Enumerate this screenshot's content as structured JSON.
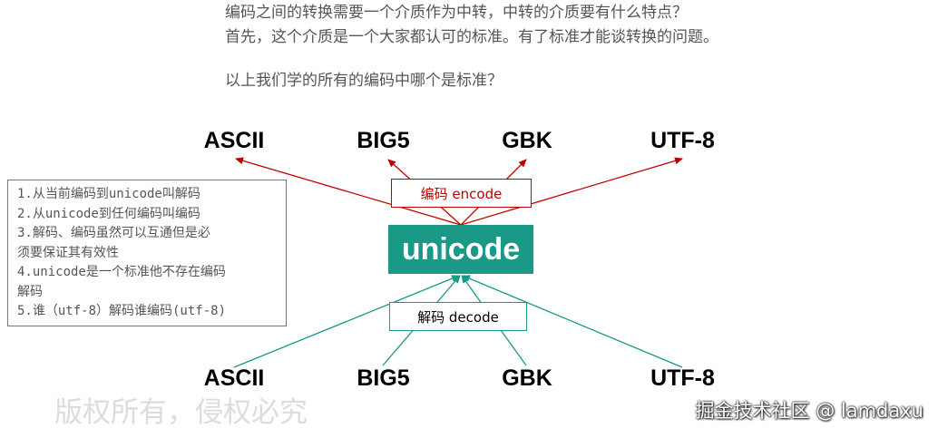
{
  "intro": {
    "line1": "编码之间的转换需要一个介质作为中转，中转的介质要有什么特点？",
    "line2": "首先，这个介质是一个大家都认可的标准。有了标准才能谈转换的问题。",
    "line3": "以上我们学的所有的编码中哪个是标准？"
  },
  "top_encodings": [
    "ASCII",
    "BIG5",
    "GBK",
    "UTF-8"
  ],
  "bottom_encodings": [
    "ASCII",
    "BIG5",
    "GBK",
    "UTF-8"
  ],
  "center": "unicode",
  "encode_label": "编码  encode",
  "decode_label": "解码  decode",
  "notes": [
    "1.从当前编码到unicode叫解码",
    "2.从unicode到任何编码叫编码",
    "3.解码、编码虽然可以互通但是必",
    "须要保证其有效性",
    "4.unicode是一个标准他不存在编码",
    "解码",
    "5.谁（utf-8）解码谁编码(utf-8)"
  ],
  "copyright": "版权所有，侵权必究",
  "credit": "掘金技术社区 @ lamdaxu",
  "colors": {
    "encode": "#c00000",
    "decode": "#1a9987",
    "center_bg": "#1a9987"
  }
}
